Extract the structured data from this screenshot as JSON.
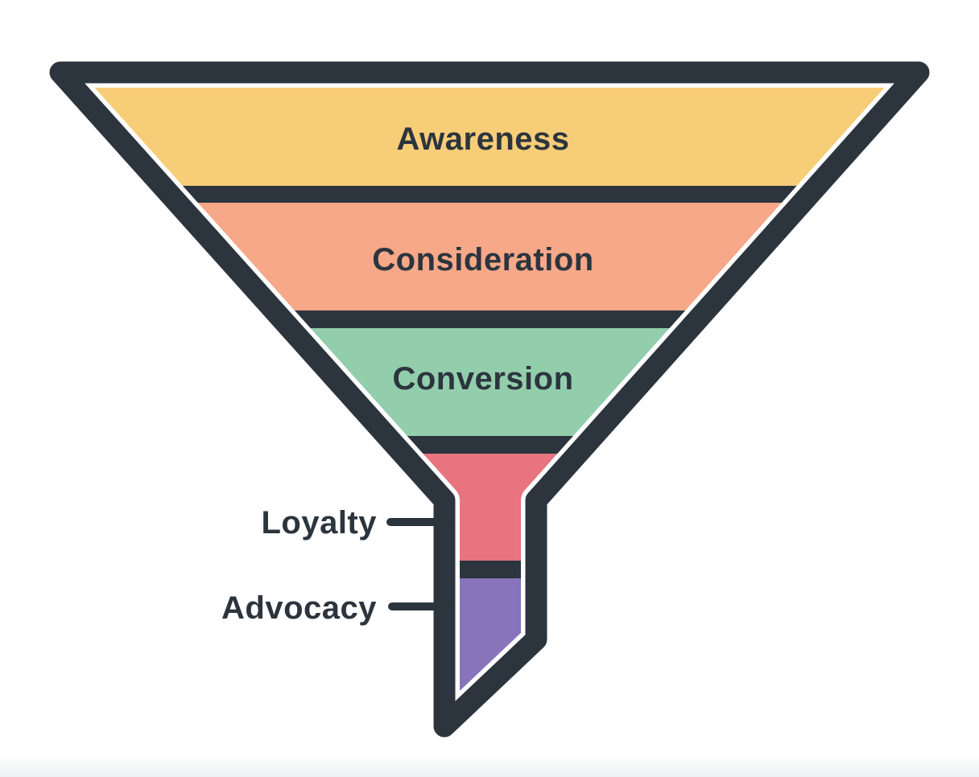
{
  "page": {
    "background_color": "#ffffff",
    "bottom_fade_color": "#eff0f2"
  },
  "funnel": {
    "outline_color": "#2c353e",
    "gap_color": "#ffffff",
    "label_color": "#2c353e",
    "stages": [
      {
        "label": "Awareness",
        "color": "#f8cd78"
      },
      {
        "label": "Consideration",
        "color": "#f6a888"
      },
      {
        "label": "Conversion",
        "color": "#93ceac"
      },
      {
        "label": "Loyalty",
        "color": "#e7747f"
      },
      {
        "label": "Advocacy",
        "color": "#8774ba"
      }
    ]
  }
}
